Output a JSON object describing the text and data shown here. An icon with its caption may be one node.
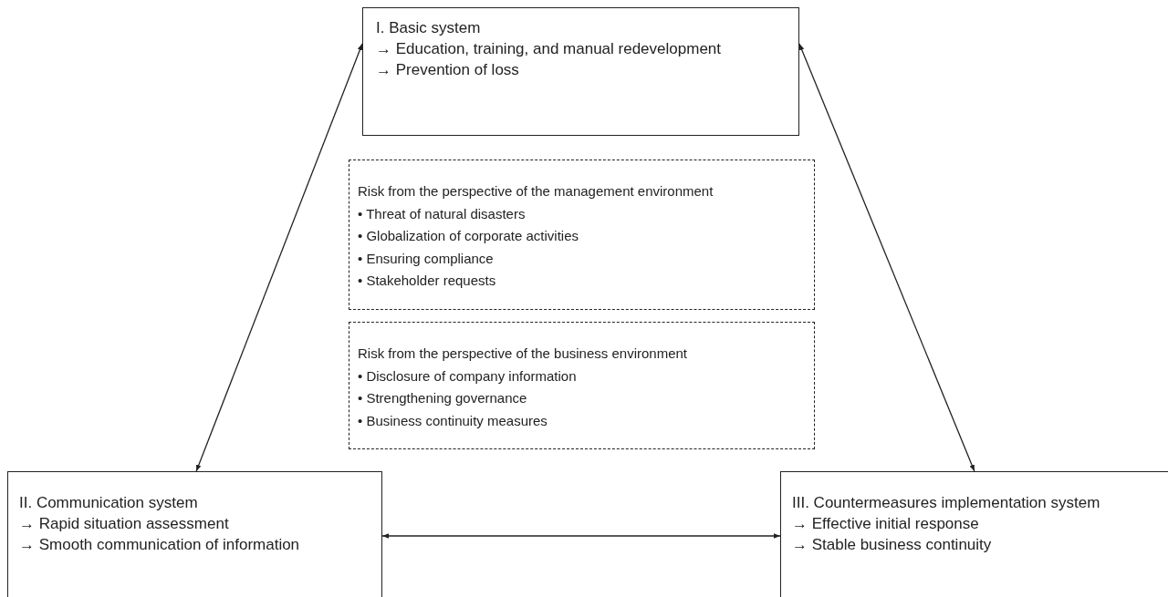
{
  "diagram": {
    "nodes": [
      {
        "text": [
          "I. Basic system",
          "→ Education, training, and manual redevelopment",
          "→ Prevention of loss"
        ]
      },
      {
        "text": [
          "Risk from the perspective of the management environment",
          "• Threat of natural disasters",
          "• Globalization of corporate activities",
          "• Ensuring compliance",
          "• Stakeholder requests"
        ]
      },
      {
        "text": [
          "Risk from the perspective of the business environment",
          "• Disclosure of company information",
          "• Strengthening governance",
          "• Business continuity measures"
        ]
      },
      {
        "text": [
          "II. Communication system",
          "→ Rapid situation assessment",
          "→ Smooth communication of information"
        ]
      },
      {
        "text": [
          "III. Countermeasures implementation system",
          "→ Effective initial response",
          "→ Stable business continuity"
        ]
      }
    ],
    "edges": [
      {
        "from": 0,
        "to": 3,
        "arrow": "both"
      },
      {
        "from": 0,
        "to": 4,
        "arrow": "both"
      },
      {
        "from": 3,
        "to": 4,
        "arrow": "both"
      }
    ]
  }
}
